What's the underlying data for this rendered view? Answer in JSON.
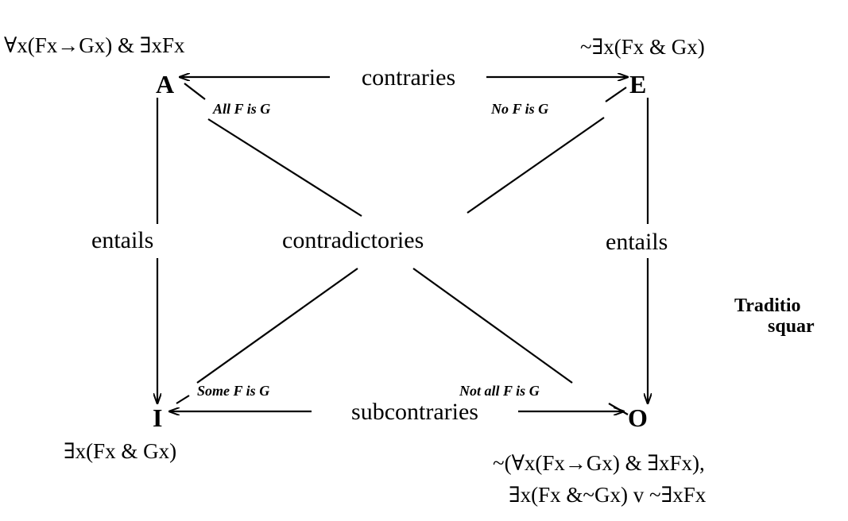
{
  "corners": {
    "A": {
      "letter": "A",
      "formula": "∀x(Fx→Gx) & ∃xFx",
      "gloss": "All F is G"
    },
    "E": {
      "letter": "E",
      "formula": "~∃x(Fx & Gx)",
      "gloss": "No F is G"
    },
    "I": {
      "letter": "I",
      "formula": "∃x(Fx & Gx)",
      "gloss": "Some F is G"
    },
    "O": {
      "letter": "O",
      "formula_line1": "~(∀x(Fx→Gx) & ∃xFx),",
      "formula_line2": "∃x(Fx &~Gx) v ~∃xFx",
      "gloss": "Not all F is G"
    }
  },
  "relations": {
    "top": "contraries",
    "bottom": "subcontraries",
    "left": "entails",
    "right": "entails",
    "diagonal": "contradictories"
  },
  "title": {
    "line1": "Traditio",
    "line2": "squar"
  }
}
